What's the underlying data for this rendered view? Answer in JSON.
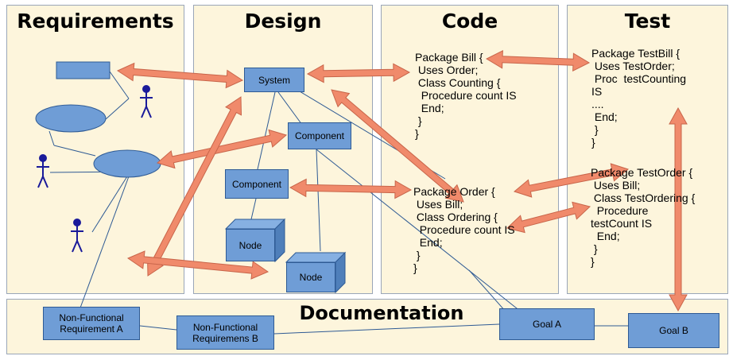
{
  "columns": {
    "requirements": "Requirements",
    "design": "Design",
    "code": "Code",
    "test": "Test",
    "documentation": "Documentation"
  },
  "design_boxes": {
    "system": "System",
    "component_1": "Component",
    "component_2": "Component",
    "node_1": "Node",
    "node_2": "Node"
  },
  "doc_boxes": {
    "nfr_a": "Non-Functional Requirement A",
    "nfr_b": "Non-Functional Requiremens B",
    "goal_a": "Goal A",
    "goal_b": "Goal B"
  },
  "code_text": {
    "bill": "Package Bill {\n Uses Order;\n Class Counting {\n  Procedure count IS\n  End;\n }\n}",
    "order": "Package Order {\n Uses Bill;\n Class Ordering {\n  Procedure count IS\n  End;\n }\n}"
  },
  "test_text": {
    "testbill": "Package TestBill {\n Uses TestOrder;\n Proc  testCounting\nIS\n....\n End;\n }\n}",
    "testorder": "Package TestOrder {\n Uses Bill;\n Class TestOrdering {\n  Procedure\ntestCount IS\n  End;\n }\n}"
  },
  "colors": {
    "column_fill": "#fdf5dc",
    "box_fill": "#6f9dd6",
    "arrow": "#f08a6b",
    "actor": "#1a1a9a"
  }
}
